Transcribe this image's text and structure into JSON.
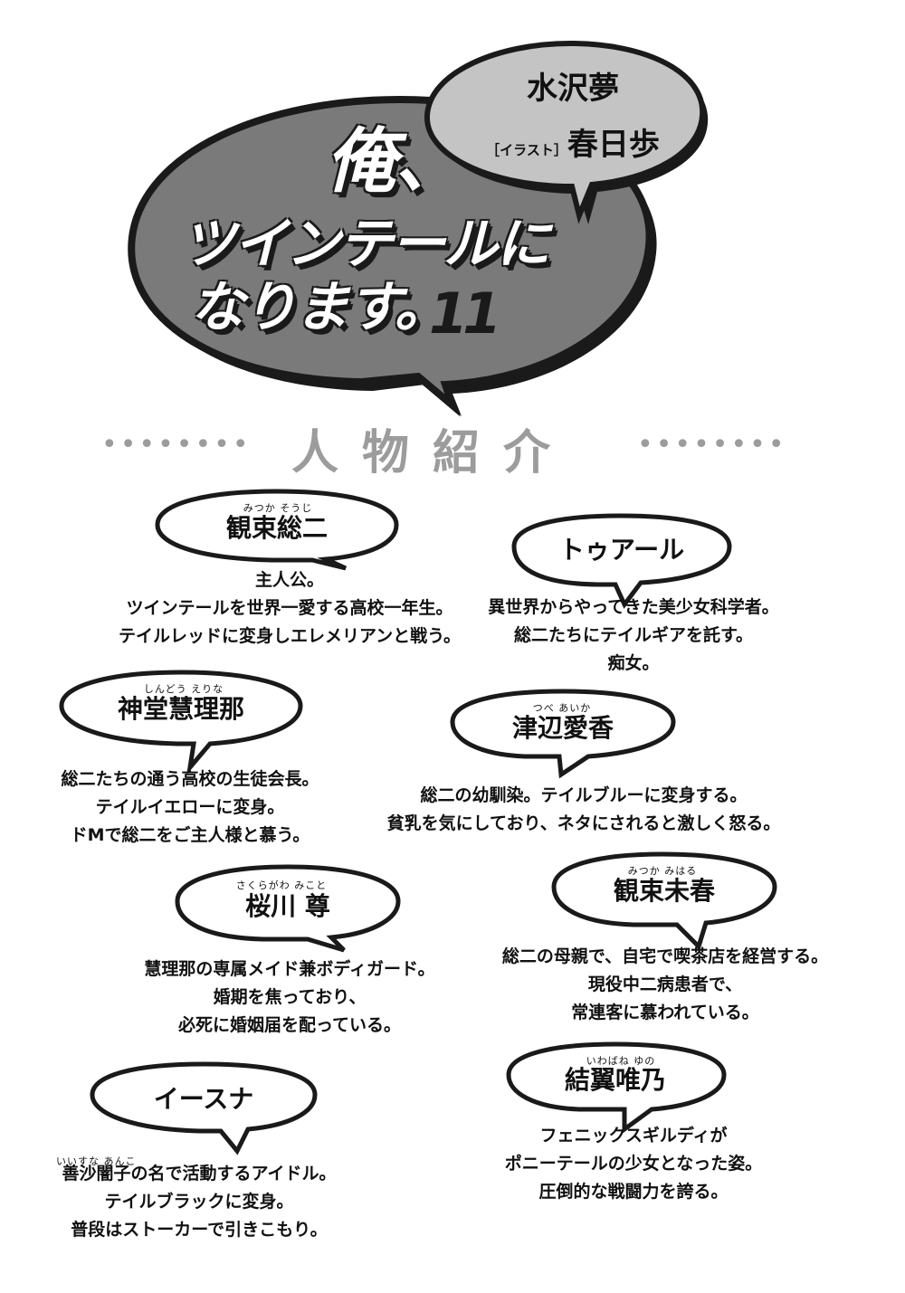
{
  "header": {
    "author": "水沢夢",
    "illustrator_label": "［イラスト］",
    "illustrator": "春日歩",
    "title_lines": [
      "俺、",
      "ツインテールに",
      "なります。"
    ],
    "volume": "11"
  },
  "section": {
    "heading": "人物紹介",
    "dots": "••••••••"
  },
  "characters": [
    {
      "ruby": "みつか そうじ",
      "name": "観束総二",
      "lines": [
        "主人公。",
        "ツインテールを世界一愛する高校一年生。",
        "テイルレッドに変身しエレメリアンと戦う。"
      ]
    },
    {
      "ruby": "",
      "name": "トゥアール",
      "lines": [
        "異世界からやってきた美少女科学者。",
        "総二たちにテイルギアを託す。",
        "痴女。"
      ]
    },
    {
      "ruby": "しんどう えりな",
      "name": "神堂慧理那",
      "lines": [
        "総二たちの通う高校の生徒会長。",
        "テイルイエローに変身。",
        "ドMで総二をご主人様と慕う。"
      ]
    },
    {
      "ruby": "つべ あいか",
      "name": "津辺愛香",
      "lines": [
        "総二の幼馴染。テイルブルーに変身する。",
        "貧乳を気にしており、ネタにされると激しく怒る。"
      ]
    },
    {
      "ruby": "さくらがわ みこと",
      "name": "桜川 尊",
      "lines": [
        "慧理那の専属メイド兼ボディガード。",
        "婚期を焦っており、",
        "必死に婚姻届を配っている。"
      ]
    },
    {
      "ruby": "みつか みはる",
      "name": "観束未春",
      "lines": [
        "総二の母親で、自宅で喫茶店を経営する。",
        "現役中二病患者で、",
        "常連客に慕われている。"
      ]
    },
    {
      "ruby": "",
      "name": "イースナ",
      "extra_ruby": "いいすな あんこ",
      "lines": [
        "善沙闇子の名で活動するアイドル。",
        "テイルブラックに変身。",
        "普段はストーカーで引きこもり。"
      ]
    },
    {
      "ruby": "いわばね ゆの",
      "name": "結翼唯乃",
      "lines": [
        "フェニックスギルディが",
        "ポニーテールの少女となった姿。",
        "圧倒的な戦闘力を誇る。"
      ]
    }
  ],
  "colors": {
    "big_bubble_fill": "#7a7a7a",
    "small_bubble_fill": "#c4c4c4",
    "outline": "#1a1a1a",
    "heading_gray": "#9c9c9c"
  }
}
